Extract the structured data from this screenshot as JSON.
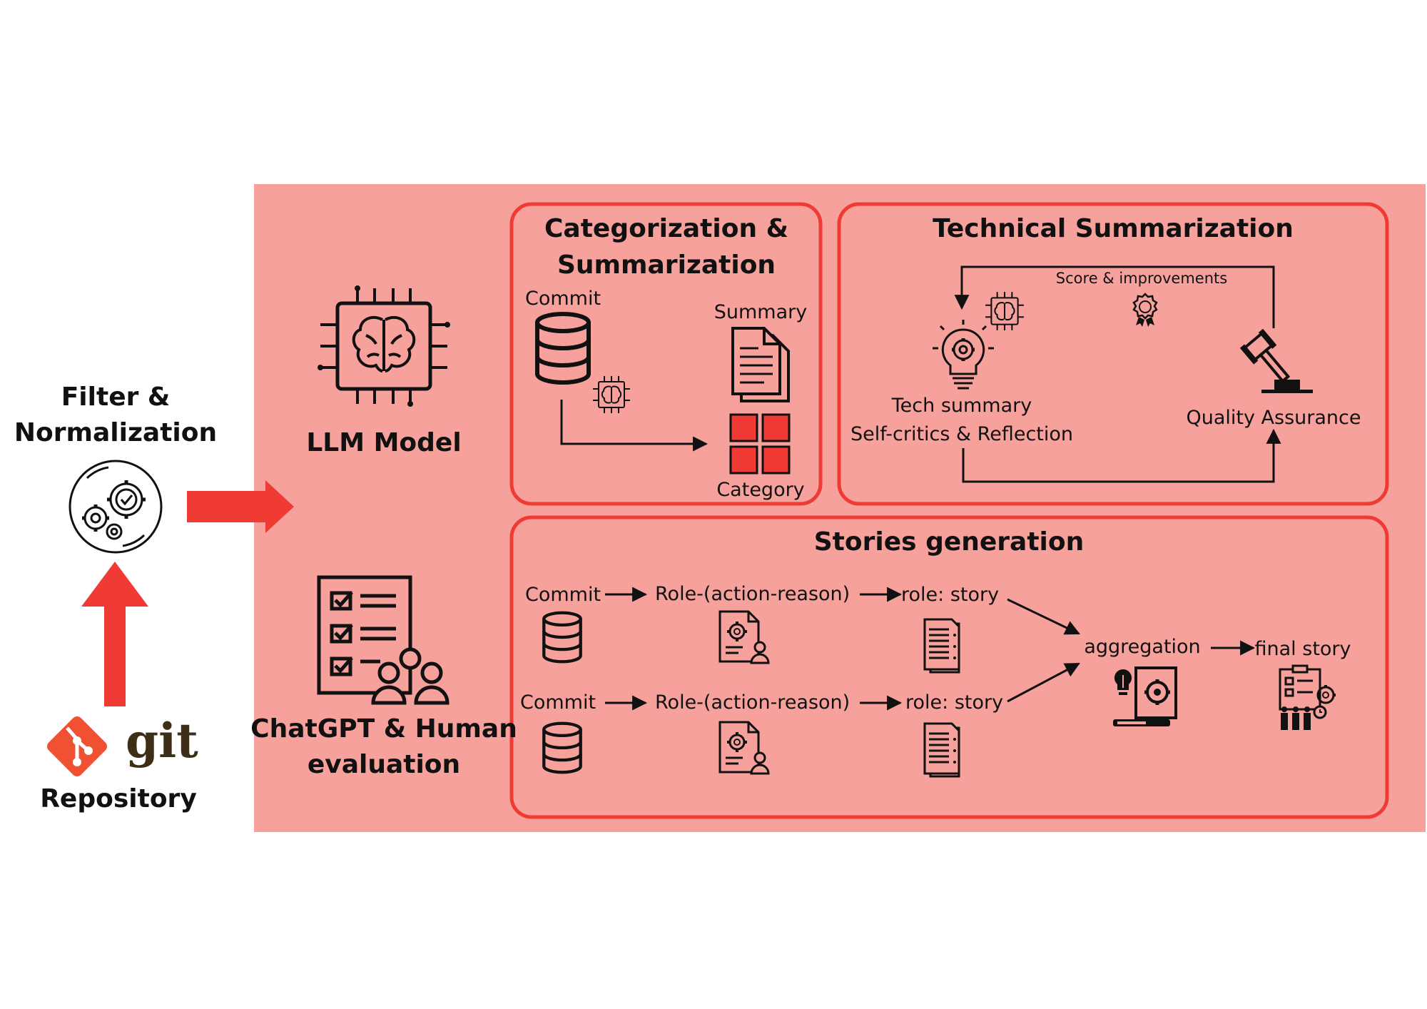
{
  "colors": {
    "panel": "#f7a19c",
    "border": "#ef3b33",
    "arrow": "#ef3b33",
    "ink": "#111111",
    "git": "#f05133",
    "git_text": "#3d2f17"
  },
  "left": {
    "filter_line1": "Filter &",
    "filter_line2": "Normalization",
    "gears_icon": "gears-check-icon",
    "git_word": "git",
    "repository": "Repository"
  },
  "middle": {
    "llm_label": "LLM Model",
    "llm_icon": "ai-brain-chip-icon",
    "eval_line1": "ChatGPT & Human",
    "eval_line2": "evaluation",
    "eval_icon": "checklist-team-icon"
  },
  "categorization": {
    "title_line1": "Categorization &",
    "title_line2": "Summarization",
    "commit": "Commit",
    "summary": "Summary",
    "category": "Category"
  },
  "technical": {
    "title": "Technical Summarization",
    "score": "Score & improvements",
    "tech_line1": "Tech summary",
    "tech_line2": "Self-critics & Reflection",
    "qa": "Quality Assurance"
  },
  "stories": {
    "title": "Stories generation",
    "row1": {
      "commit": "Commit",
      "role": "Role-(action-reason)",
      "story": "role: story"
    },
    "row2": {
      "commit": "Commit",
      "role": "Role-(action-reason)",
      "story": "role: story"
    },
    "aggregation": "aggregation",
    "final": "final story"
  }
}
